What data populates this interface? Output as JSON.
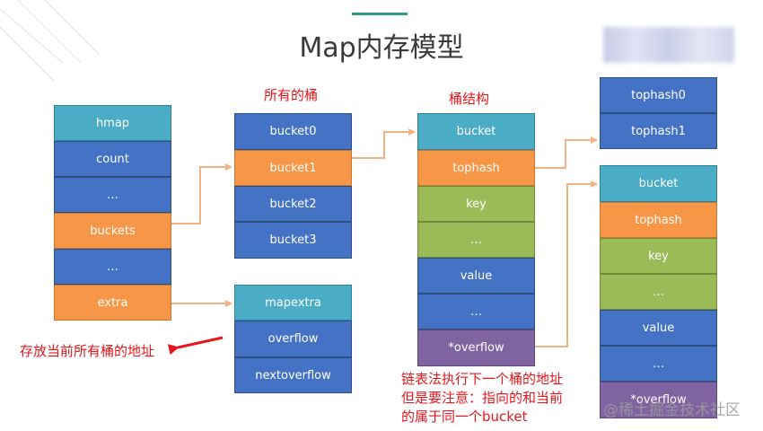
{
  "title": "Map内存模型",
  "watermark": "@稀土掘金技术社区",
  "labels": {
    "all_buckets": "所有的桶",
    "bucket_structure": "桶结构",
    "bucket_address_note": "存放当前所有桶的地址"
  },
  "hmap": [
    "hmap",
    "count",
    "…",
    "buckets",
    "…",
    "extra"
  ],
  "buckets": [
    "bucket0",
    "bucket1",
    "bucket2",
    "bucket3"
  ],
  "mapextra": [
    "mapextra",
    "overflow",
    "nextoverflow"
  ],
  "bucket_struct": [
    "bucket",
    "tophash",
    "key",
    "…",
    "value",
    "…",
    "*overflow"
  ],
  "tophash_list": [
    "tophash0",
    "tophash1"
  ],
  "overflow_bucket": [
    "bucket",
    "tophash",
    "key",
    "…",
    "value",
    "…",
    "*overflow"
  ],
  "overflow_note": [
    "链表法执行下一个桶的地址",
    "但是要注意：指向的和当前",
    "的属于同一个bucket"
  ],
  "colors": {
    "blue": "#4472c4",
    "orange": "#f79646",
    "teal": "#4bacc6",
    "green": "#9bbb59",
    "purple": "#8064a2",
    "arrow": "#f4b183",
    "label_red": "#e8161b"
  }
}
